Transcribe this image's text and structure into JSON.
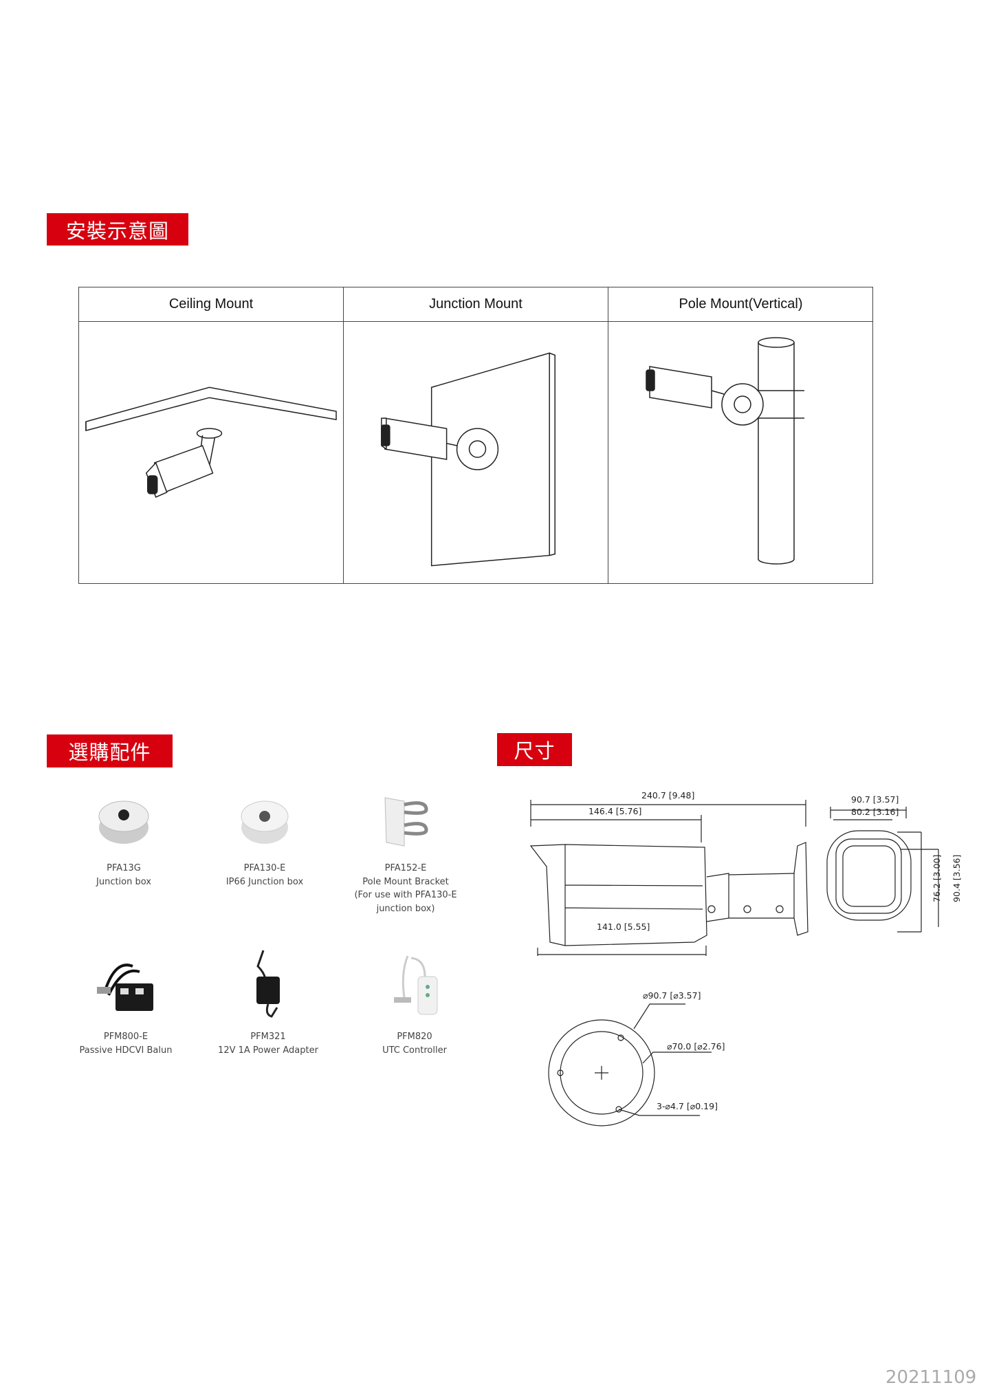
{
  "sections": {
    "installation": "安裝示意圖",
    "accessories": "選購配件",
    "dimensions": "尺寸"
  },
  "mount_table": {
    "headers": [
      "Ceiling Mount",
      "Junction Mount",
      "Pole Mount(Vertical)"
    ]
  },
  "accessories": [
    {
      "model": "PFA13G",
      "desc": [
        "Junction box"
      ],
      "icon": "junction-box-icon"
    },
    {
      "model": "PFA130-E",
      "desc": [
        "IP66 Junction box"
      ],
      "icon": "ip66-junction-box-icon"
    },
    {
      "model": "PFA152-E",
      "desc": [
        "Pole Mount Bracket",
        "(For use with PFA130-E",
        "junction box)"
      ],
      "icon": "pole-bracket-icon"
    },
    {
      "model": "PFM800-E",
      "desc": [
        "Passive HDCVI Balun"
      ],
      "icon": "balun-icon"
    },
    {
      "model": "PFM321",
      "desc": [
        "12V 1A Power Adapter"
      ],
      "icon": "power-adapter-icon"
    },
    {
      "model": "PFM820",
      "desc": [
        "UTC Controller"
      ],
      "icon": "utc-controller-icon"
    }
  ],
  "dimensions": {
    "total_length": "240.7 [9.48]",
    "body_length": "146.4 [5.76]",
    "bottom_length": "141.0 [5.55]",
    "front_width": "90.7 [3.57]",
    "inner_width": "80.2 [3.16]",
    "inner_height": "76.2 [3.00]",
    "front_height": "90.4 [3.56]",
    "base_diameter": "⌀90.7 [⌀3.57]",
    "hole_circle": "⌀70.0 [⌀2.76]",
    "holes": "3-⌀4.7 [⌀0.19]"
  },
  "date": "20211109"
}
